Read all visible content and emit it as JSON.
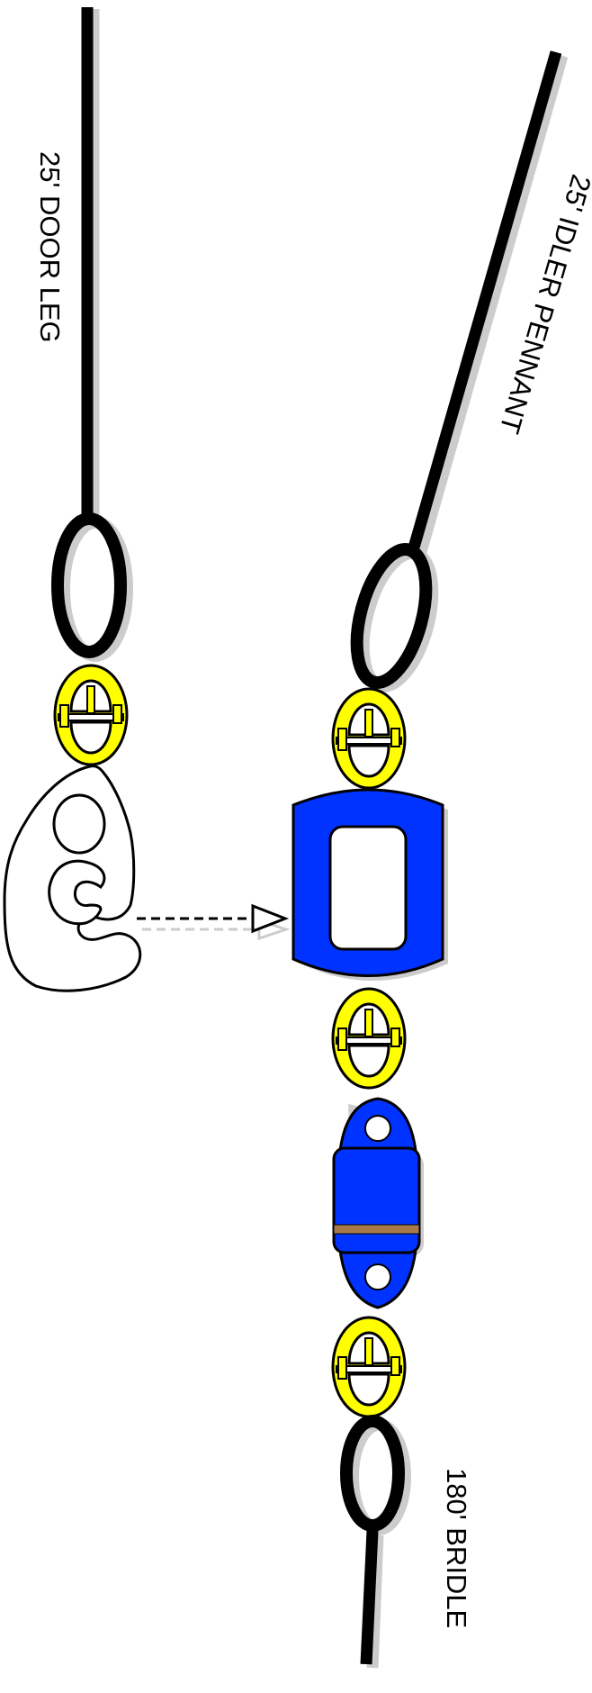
{
  "labels": {
    "door_leg": "25' DOOR LEG",
    "idler_pennant": "25' IDLER PENNANT",
    "bridle": "180' BRIDLE"
  },
  "colors": {
    "line": "#000000",
    "shadow": "#cccccc",
    "shackle": "#ffff00",
    "fitting": "#0033ff",
    "hardware_outline": "#000000",
    "swivel_band": "#a87a4a",
    "hook": "#ffffff"
  },
  "icons": {
    "shackle": "anchor-shackle-icon",
    "hook": "hook-icon",
    "master_link": "master-link-icon",
    "swivel": "swivel-icon",
    "eye": "rope-eye-icon"
  }
}
